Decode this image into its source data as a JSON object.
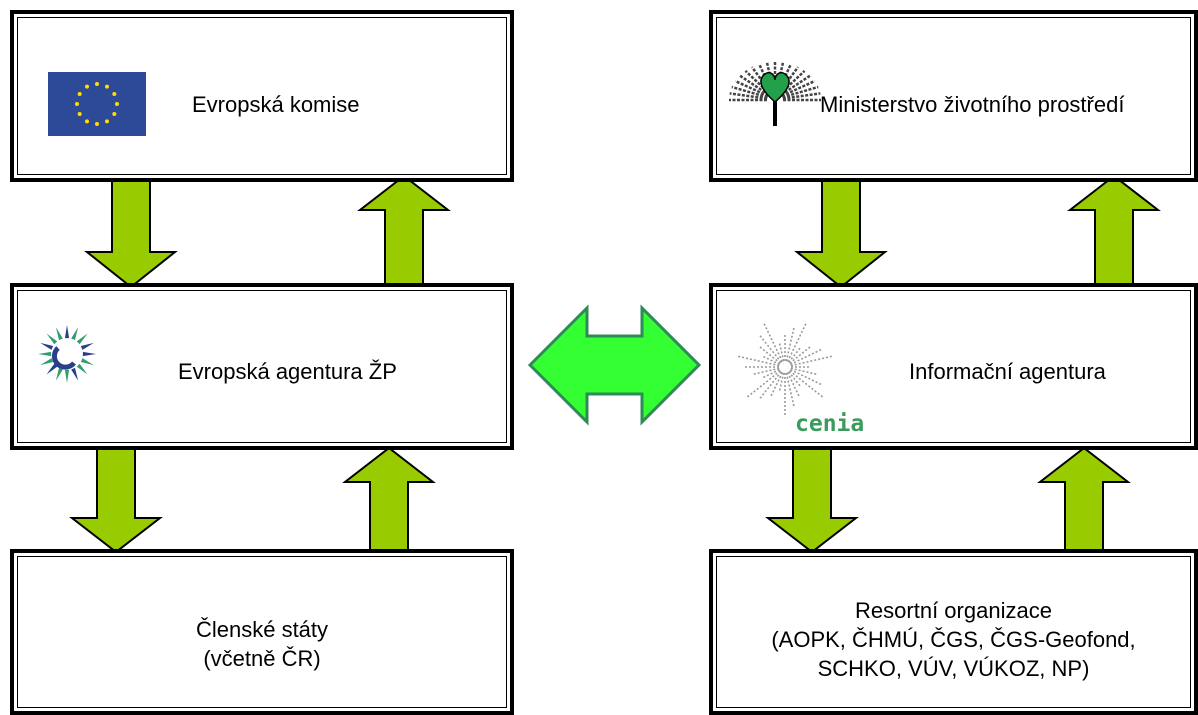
{
  "colors": {
    "arrow_fill": "#99cc00",
    "double_arrow_fill": "#33ff33",
    "double_arrow_stroke": "#2e8b57",
    "eu_flag_blue": "#2d4a98",
    "eu_stars": "#ffdd00",
    "eea_green": "#2f9e6e",
    "eea_blue": "#2a3e8a",
    "mzp_green": "#22a04a",
    "cenia_green": "#3b9b5c"
  },
  "left_column": {
    "top_box": {
      "label": "Evropská komise",
      "icon": "eu-flag-icon"
    },
    "middle_box": {
      "label": "Evropská agentura ŽP",
      "icon": "eea-logo-icon"
    },
    "bottom_box": {
      "line1": "Členské státy",
      "line2": "(včetně ČR)"
    }
  },
  "right_column": {
    "top_box": {
      "label": "Ministerstvo životního prostředí",
      "icon": "mzp-logo-icon"
    },
    "middle_box": {
      "label": "Informační agentura",
      "icon": "cenia-logo-icon",
      "logo_text": "cenia"
    },
    "bottom_box": {
      "line1": "Resortní organizace",
      "line2": "(AOPK, ČHMÚ, ČGS, ČGS-Geofond,",
      "line3": "SCHKO, VÚV, VÚKOZ, NP)"
    }
  }
}
